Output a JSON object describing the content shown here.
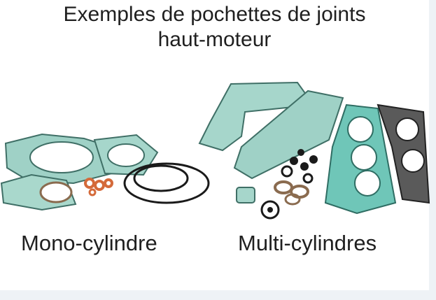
{
  "title_line1": "Exemples de pochettes de joints",
  "title_line2": "haut-moteur",
  "caption_left": "Mono-cylindre",
  "caption_right": "Multi-cylindres",
  "colors": {
    "gasket_green": "#5fa394",
    "gasket_edge": "#3f6f66",
    "ring_black": "#1a1a1a",
    "ring_orange": "#d46a3a",
    "ring_brown": "#8a6b4f",
    "head_dark": "#3b3b3b",
    "background": "#ffffff",
    "page_bg": "#eef2f6"
  }
}
